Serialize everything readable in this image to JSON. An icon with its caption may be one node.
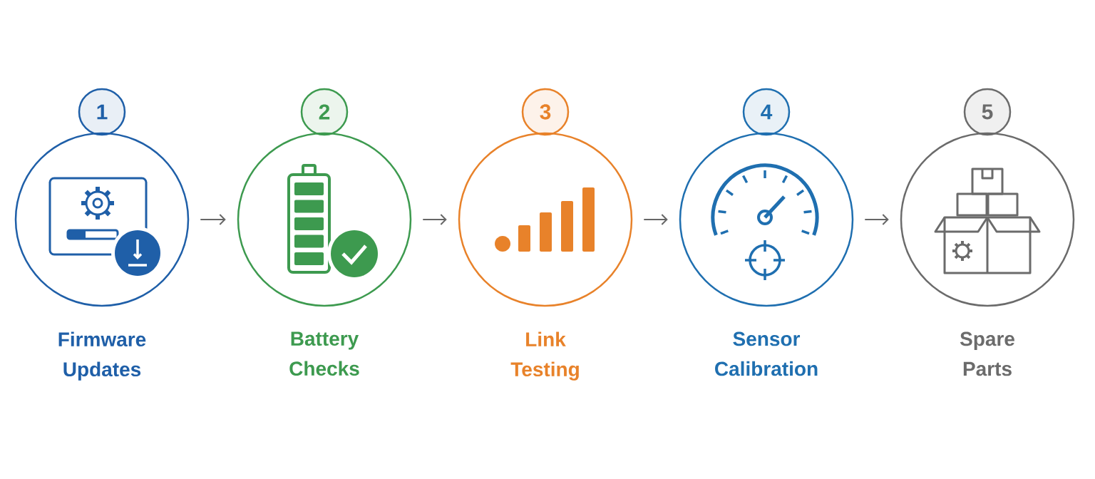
{
  "diagram": {
    "nodes": [
      {
        "text": [
          "1"
        ]
      },
      {
        "text": [],
        "shape": "circle",
        "beside": [
          "Firmware Updates"
        ]
      },
      {
        "text": [
          "2"
        ]
      },
      {
        "text": [],
        "shape": "circle",
        "beside": [
          "Battery Checks"
        ]
      },
      {
        "text": [
          "3"
        ]
      },
      {
        "text": [],
        "shape": "circle",
        "beside": [
          "Link Testing"
        ]
      },
      {
        "text": [
          "4"
        ]
      },
      {
        "text": [],
        "shape": "circle",
        "beside": [
          "Sensor Calibration"
        ]
      },
      {
        "text": [
          "5"
        ]
      },
      {
        "text": [],
        "shape": "circle",
        "beside": [
          "Spare Parts"
        ]
      }
    ],
    "edges": [
      {
        "from": 1,
        "to": 3,
        "arrow": "to"
      },
      {
        "from": 3,
        "to": 5,
        "arrow": "to"
      },
      {
        "from": 5,
        "to": 7,
        "arrow": "to"
      },
      {
        "from": 7,
        "to": 9,
        "arrow": "to"
      }
    ]
  }
}
